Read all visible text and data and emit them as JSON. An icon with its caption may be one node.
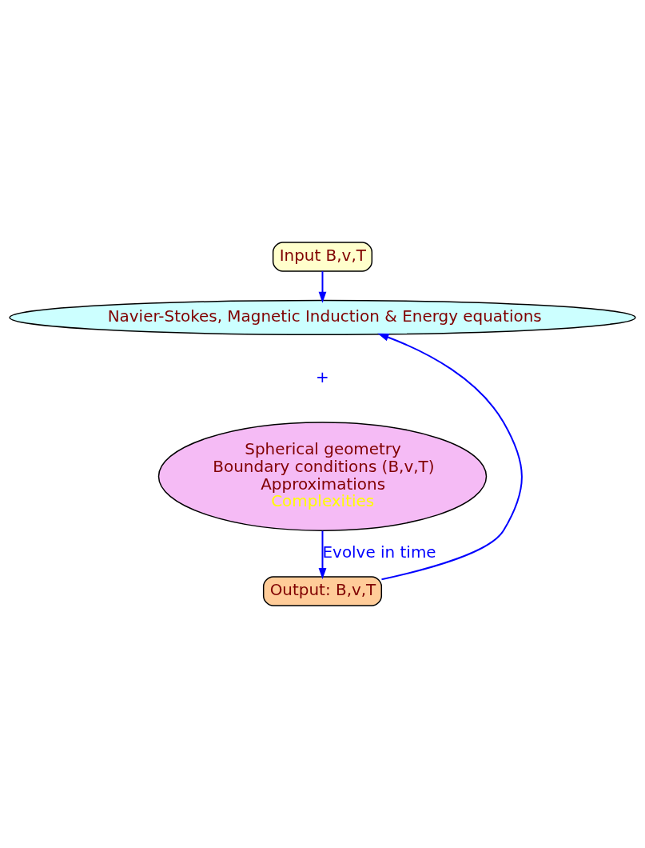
{
  "diagram": {
    "nodes": [
      {
        "text": [
          "Input B,v,T"
        ]
      },
      {
        "text": [
          "Navier-Stokes, Magnetic Induction & Energy equations"
        ]
      },
      {
        "text": [
          "Spherical geometry",
          "Boundary conditions (B,v,T)",
          "Approximations",
          "Complexities"
        ]
      },
      {
        "text": [
          "Output: B,v,T"
        ]
      }
    ],
    "edges": [
      {
        "from": 0,
        "to": 1,
        "arrow": "to"
      },
      {
        "from": 2,
        "to": 3,
        "arrow": "to",
        "label": "Evolve in time"
      },
      {
        "from": 3,
        "to": 1,
        "arrow": "to"
      }
    ],
    "labels": [
      "+"
    ]
  }
}
